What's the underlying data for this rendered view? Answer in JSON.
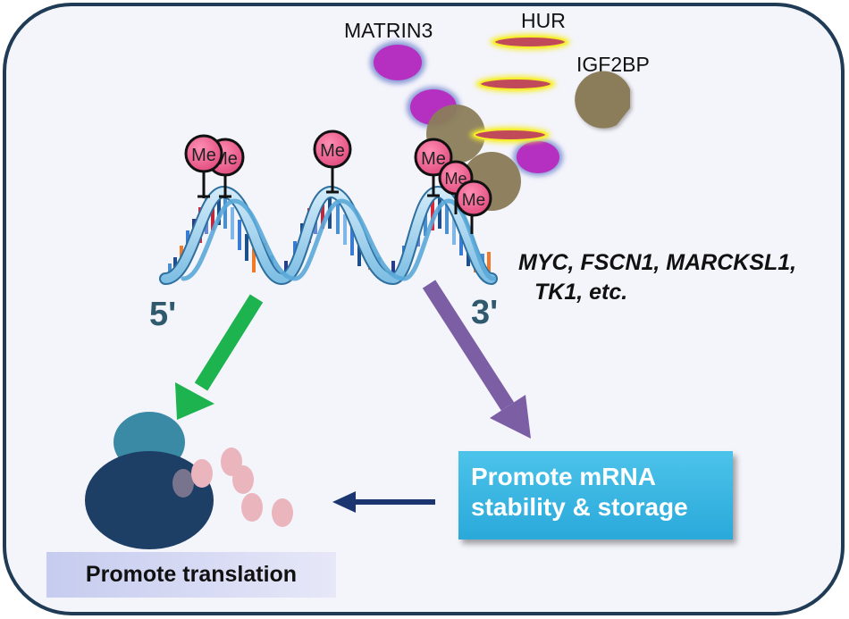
{
  "proteins": {
    "matrin3": "MATRIN3",
    "hur": "HUR",
    "igf2bp": "IGF2BP"
  },
  "methyl_label": "Me",
  "rna_ends": {
    "five_prime": "5'",
    "three_prime": "3'"
  },
  "genes": {
    "line1": "MYC, FSCN1, MARCKSL1,",
    "line2": "TK1, etc."
  },
  "boxes": {
    "stability": {
      "line1": "Promote mRNA",
      "line2": "stability & storage"
    },
    "translation": "Promote translation"
  },
  "colors": {
    "cell_border": "#1f3b55",
    "cell_fill": "#f3f3fb",
    "matrin3": "#b52fc0",
    "hur": "#c04a5a",
    "hur_glow": "#f6ee2c",
    "igf2bp": "#8b7d5a",
    "methyl": "#ee5f8e",
    "rna_strand": "#9bd0ee",
    "arrow_green": "#1db34f",
    "arrow_purple": "#7c5ea5",
    "arrow_navy": "#1b3570",
    "ribosome_large": "#1d3f66",
    "ribosome_small": "#3a8aa6",
    "peptide": "#eab5bd"
  }
}
